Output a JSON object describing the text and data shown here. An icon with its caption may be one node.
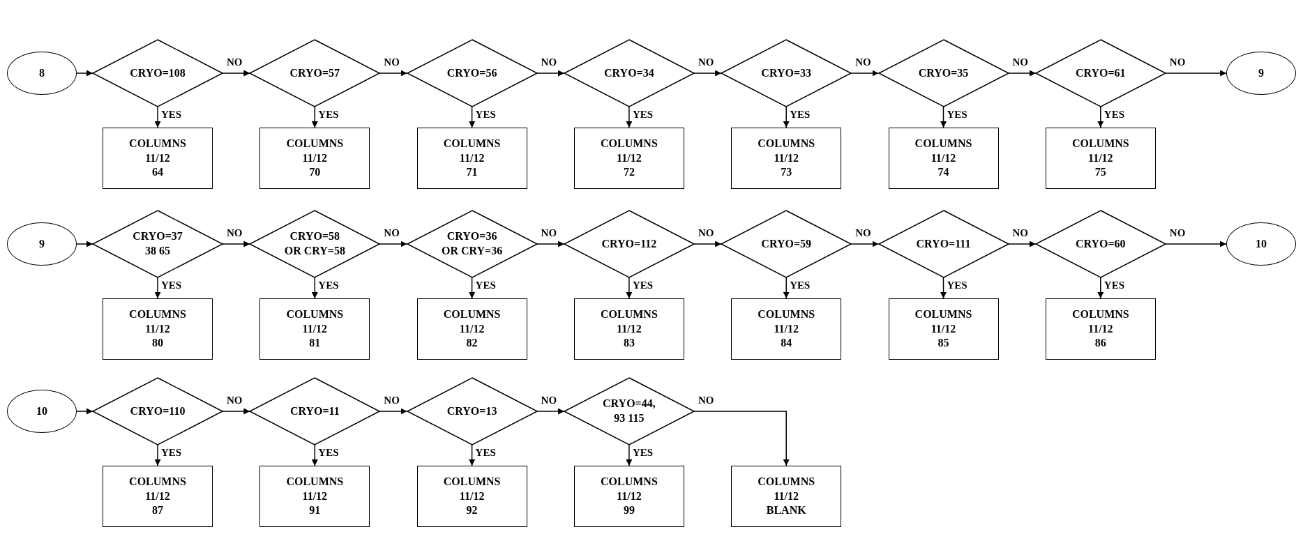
{
  "diagram": {
    "nodes": [
      {
        "text": [
          "8"
        ]
      },
      {
        "text": [
          "CRYO=108"
        ]
      },
      {
        "text": [
          "COLUMNS",
          "11/12",
          "64"
        ]
      },
      {
        "text": [
          "CRYO=57"
        ]
      },
      {
        "text": [
          "COLUMNS",
          "11/12",
          "70"
        ]
      },
      {
        "text": [
          "CRYO=56"
        ]
      },
      {
        "text": [
          "COLUMNS",
          "11/12",
          "71"
        ]
      },
      {
        "text": [
          "CRYO=34"
        ]
      },
      {
        "text": [
          "COLUMNS",
          "11/12",
          "72"
        ]
      },
      {
        "text": [
          "CRYO=33"
        ]
      },
      {
        "text": [
          "COLUMNS",
          "11/12",
          "73"
        ]
      },
      {
        "text": [
          "CRYO=35"
        ]
      },
      {
        "text": [
          "COLUMNS",
          "11/12",
          "74"
        ]
      },
      {
        "text": [
          "CRYO=61"
        ]
      },
      {
        "text": [
          "COLUMNS",
          "11/12",
          "75"
        ]
      },
      {
        "text": [
          "9"
        ]
      },
      {
        "text": [
          "9"
        ]
      },
      {
        "text": [
          "CRYO=37",
          "38 65"
        ]
      },
      {
        "text": [
          "COLUMNS",
          "11/12",
          "80"
        ]
      },
      {
        "text": [
          "CRYO=58",
          "OR CRY=58"
        ]
      },
      {
        "text": [
          "COLUMNS",
          "11/12",
          "81"
        ]
      },
      {
        "text": [
          "CRYO=36",
          "OR CRY=36"
        ]
      },
      {
        "text": [
          "COLUMNS",
          "11/12",
          "82"
        ]
      },
      {
        "text": [
          "CRYO=112"
        ]
      },
      {
        "text": [
          "COLUMNS",
          "11/12",
          "83"
        ]
      },
      {
        "text": [
          "CRYO=59"
        ]
      },
      {
        "text": [
          "COLUMNS",
          "11/12",
          "84"
        ]
      },
      {
        "text": [
          "CRYO=111"
        ]
      },
      {
        "text": [
          "COLUMNS",
          "11/12",
          "85"
        ]
      },
      {
        "text": [
          "CRYO=60"
        ]
      },
      {
        "text": [
          "COLUMNS",
          "11/12",
          "86"
        ]
      },
      {
        "text": [
          "10"
        ]
      },
      {
        "text": [
          "10"
        ]
      },
      {
        "text": [
          "CRYO=110"
        ]
      },
      {
        "text": [
          "COLUMNS",
          "11/12",
          "87"
        ]
      },
      {
        "text": [
          "CRYO=11"
        ]
      },
      {
        "text": [
          "COLUMNS",
          "11/12",
          "91"
        ]
      },
      {
        "text": [
          "CRYO=13"
        ]
      },
      {
        "text": [
          "COLUMNS",
          "11/12",
          "92"
        ]
      },
      {
        "text": [
          "CRYO=44,",
          "93 115"
        ]
      },
      {
        "text": [
          "COLUMNS",
          "11/12",
          "99"
        ]
      },
      {
        "text": [
          "COLUMNS",
          "11/12",
          "BLANK"
        ]
      }
    ],
    "edges": [
      {
        "from": 0,
        "to": 1,
        "arrow": "to"
      },
      {
        "from": 1,
        "to": 2,
        "arrow": "to",
        "label": "YES"
      },
      {
        "from": 1,
        "to": 3,
        "arrow": "to",
        "label": "NO"
      },
      {
        "from": 3,
        "to": 4,
        "arrow": "to",
        "label": "YES"
      },
      {
        "from": 3,
        "to": 5,
        "arrow": "to",
        "label": "NO"
      },
      {
        "from": 5,
        "to": 6,
        "arrow": "to",
        "label": "YES"
      },
      {
        "from": 5,
        "to": 7,
        "arrow": "to",
        "label": "NO"
      },
      {
        "from": 7,
        "to": 8,
        "arrow": "to",
        "label": "YES"
      },
      {
        "from": 7,
        "to": 9,
        "arrow": "to",
        "label": "NO"
      },
      {
        "from": 9,
        "to": 10,
        "arrow": "to",
        "label": "YES"
      },
      {
        "from": 9,
        "to": 11,
        "arrow": "to",
        "label": "NO"
      },
      {
        "from": 11,
        "to": 12,
        "arrow": "to",
        "label": "YES"
      },
      {
        "from": 11,
        "to": 13,
        "arrow": "to",
        "label": "NO"
      },
      {
        "from": 13,
        "to": 14,
        "arrow": "to",
        "label": "YES"
      },
      {
        "from": 13,
        "to": 15,
        "arrow": "to",
        "label": "NO"
      },
      {
        "from": 16,
        "to": 17,
        "arrow": "to"
      },
      {
        "from": 17,
        "to": 18,
        "arrow": "to",
        "label": "YES"
      },
      {
        "from": 17,
        "to": 19,
        "arrow": "to",
        "label": "NO"
      },
      {
        "from": 19,
        "to": 20,
        "arrow": "to",
        "label": "YES"
      },
      {
        "from": 19,
        "to": 21,
        "arrow": "to",
        "label": "NO"
      },
      {
        "from": 21,
        "to": 22,
        "arrow": "to",
        "label": "YES"
      },
      {
        "from": 21,
        "to": 23,
        "arrow": "to",
        "label": "NO"
      },
      {
        "from": 23,
        "to": 24,
        "arrow": "to",
        "label": "YES"
      },
      {
        "from": 23,
        "to": 25,
        "arrow": "to",
        "label": "NO"
      },
      {
        "from": 25,
        "to": 26,
        "arrow": "to",
        "label": "YES"
      },
      {
        "from": 25,
        "to": 27,
        "arrow": "to",
        "label": "NO"
      },
      {
        "from": 27,
        "to": 28,
        "arrow": "to",
        "label": "YES"
      },
      {
        "from": 27,
        "to": 29,
        "arrow": "to",
        "label": "NO"
      },
      {
        "from": 29,
        "to": 30,
        "arrow": "to",
        "label": "YES"
      },
      {
        "from": 29,
        "to": 31,
        "arrow": "to",
        "label": "NO"
      },
      {
        "from": 32,
        "to": 33,
        "arrow": "to"
      },
      {
        "from": 33,
        "to": 34,
        "arrow": "to",
        "label": "YES"
      },
      {
        "from": 33,
        "to": 35,
        "arrow": "to",
        "label": "NO"
      },
      {
        "from": 35,
        "to": 36,
        "arrow": "to",
        "label": "YES"
      },
      {
        "from": 35,
        "to": 37,
        "arrow": "to",
        "label": "NO"
      },
      {
        "from": 37,
        "to": 38,
        "arrow": "to",
        "label": "YES"
      },
      {
        "from": 37,
        "to": 39,
        "arrow": "to",
        "label": "NO"
      },
      {
        "from": 39,
        "to": 40,
        "arrow": "to",
        "label": "YES"
      },
      {
        "from": 39,
        "to": 41,
        "arrow": "to",
        "label": "NO"
      }
    ]
  }
}
